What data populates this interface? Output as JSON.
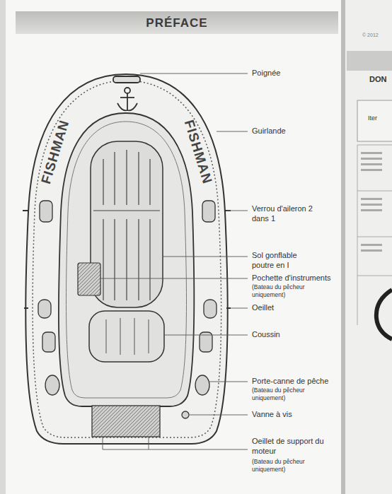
{
  "diagram": {
    "title": "PRÉFACE",
    "labels": [
      "Poignée",
      "Guirlande",
      "Verrou d'aileron 2 dans 1",
      "Sol gonflable poutre en I",
      "Pochette d'instruments",
      "(Bateau du pêcheur uniquement)",
      "Oeillet",
      "Coussin",
      "Porte-canne de pêche",
      "(Bateau du pêcheur uniquement)",
      "Vanne à vis",
      "Oeillet de support du moteur",
      "(Bateau du pêcheur uniquement)",
      "FISHMAN",
      "FISHMAN",
      "© 2012",
      "DON",
      "Iter"
    ]
  }
}
